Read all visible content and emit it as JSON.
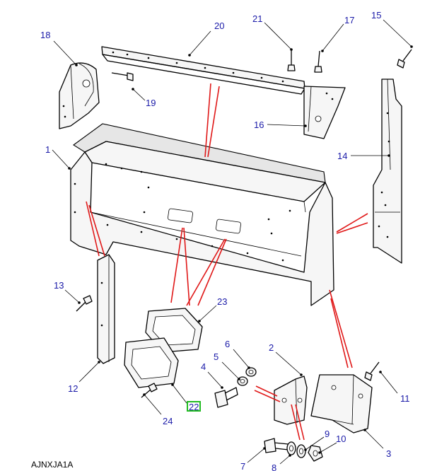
{
  "diagram_ref": "AJNXJA1A",
  "callouts": {
    "c1": "1",
    "c2": "2",
    "c3": "3",
    "c4": "4",
    "c5": "5",
    "c6": "6",
    "c7": "7",
    "c8": "8",
    "c9": "9",
    "c10": "10",
    "c11": "11",
    "c12": "12",
    "c13": "13",
    "c14": "14",
    "c15": "15",
    "c16": "16",
    "c17": "17",
    "c18": "18",
    "c19": "19",
    "c20": "20",
    "c21": "21",
    "c22": "22",
    "c23": "23",
    "c24": "24"
  },
  "highlighted_callout": "22",
  "colors": {
    "callout_text": "#1a1aa8",
    "guide_lines": "#e01818",
    "highlight_border": "#22bb22"
  }
}
